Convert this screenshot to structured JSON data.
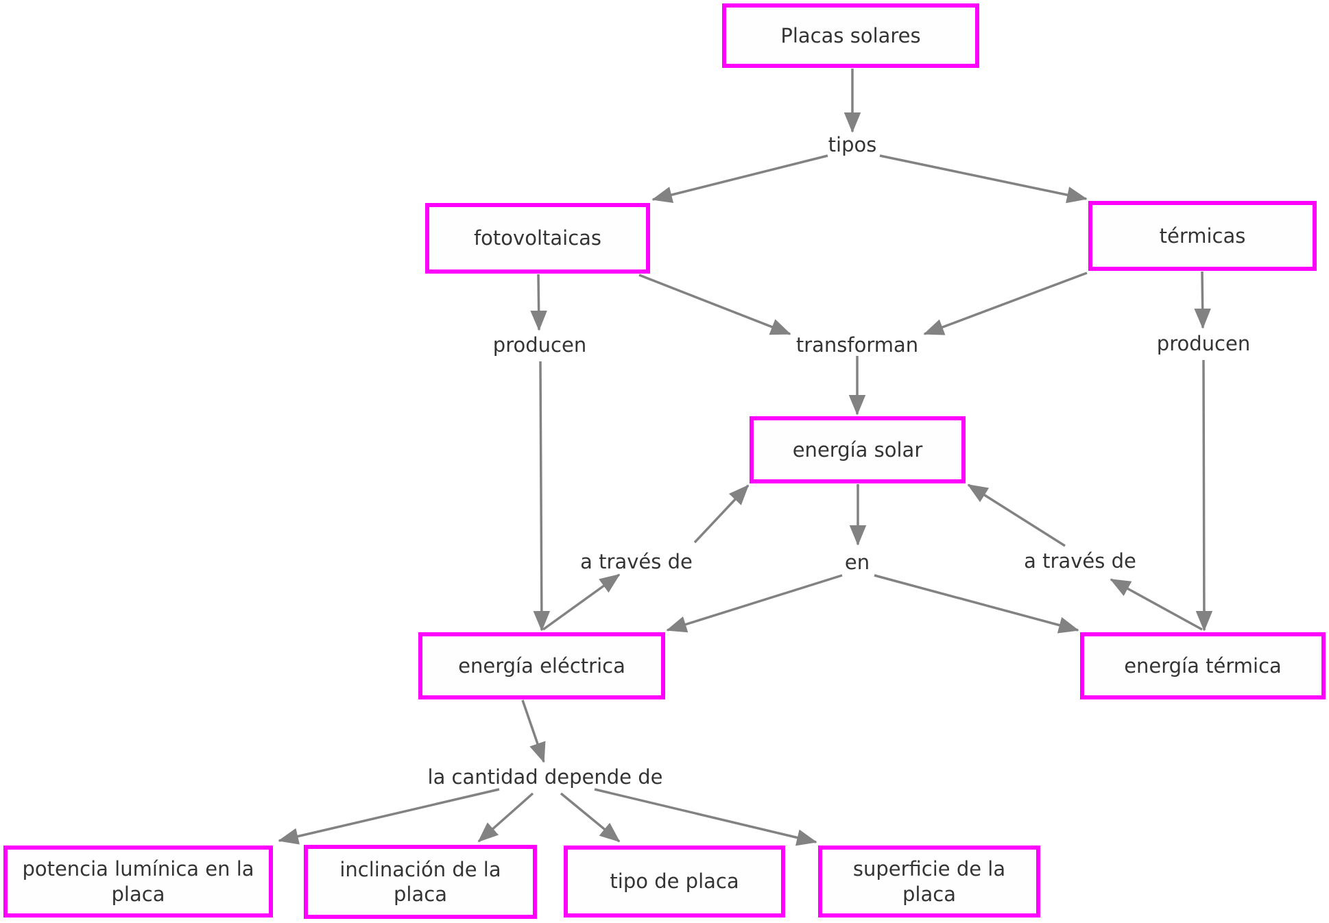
{
  "colors": {
    "node_border": "#ff00ff",
    "node_fill": "#fefefe",
    "arrow": "#828282",
    "text": "#343434",
    "background": "#ffffff"
  },
  "nodes": {
    "placas_solares": "Placas solares",
    "fotovoltaicas": "fotovoltaicas",
    "termicas": "térmicas",
    "energia_solar": "energía solar",
    "energia_electrica": "energía eléctrica",
    "energia_termica": "energía térmica",
    "potencia_luminica": "potencia lumínica en la placa",
    "inclinacion": "inclinación de la placa",
    "tipo_placa": "tipo de placa",
    "superficie": "superficie de la placa"
  },
  "link_labels": {
    "tipos": "tipos",
    "producen_left": "producen",
    "transforman": "transforman",
    "producen_right": "producen",
    "a_traves_de_left": "a través de",
    "en": "en",
    "a_traves_de_right": "a través de",
    "la_cantidad_depende_de": "la cantidad depende de"
  },
  "edges": [
    {
      "from": "Placas solares",
      "label": "tipos",
      "to": "fotovoltaicas"
    },
    {
      "from": "Placas solares",
      "label": "tipos",
      "to": "térmicas"
    },
    {
      "from": "fotovoltaicas",
      "label": "producen",
      "to": "energía eléctrica"
    },
    {
      "from": "fotovoltaicas",
      "label": "transforman",
      "to": "energía solar"
    },
    {
      "from": "térmicas",
      "label": "transforman",
      "to": "energía solar"
    },
    {
      "from": "térmicas",
      "label": "producen",
      "to": "energía térmica"
    },
    {
      "from": "energía solar",
      "label": "en",
      "to": "energía eléctrica"
    },
    {
      "from": "energía solar",
      "label": "en",
      "to": "energía térmica"
    },
    {
      "from": "energía eléctrica",
      "label": "a través de",
      "to": "energía solar"
    },
    {
      "from": "energía térmica",
      "label": "a través de",
      "to": "energía solar"
    },
    {
      "from": "energía eléctrica",
      "label": "la cantidad depende de",
      "to": "potencia lumínica en la placa"
    },
    {
      "from": "energía eléctrica",
      "label": "la cantidad depende de",
      "to": "inclinación de la placa"
    },
    {
      "from": "energía eléctrica",
      "label": "la cantidad depende de",
      "to": "tipo de placa"
    },
    {
      "from": "energía eléctrica",
      "label": "la cantidad depende de",
      "to": "superficie de la placa"
    }
  ]
}
